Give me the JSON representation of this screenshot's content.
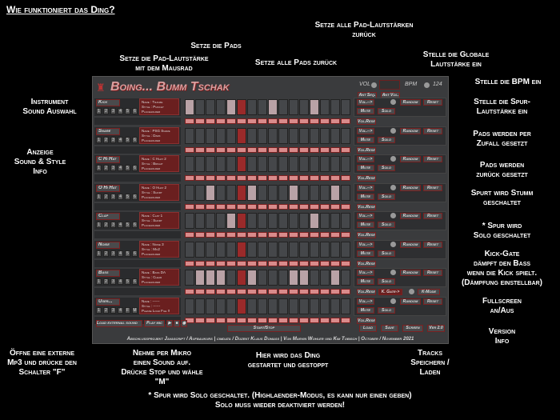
{
  "heading": "Wie funktioniert das Ding?",
  "annotations": {
    "reset_all_vol": "Setze alle Pad-Lautstärken\nzurück",
    "set_pads": "Setze die Pads",
    "pad_vol_wheel": "Setze die Pad-Lautstärke\nmit dem Mausrad",
    "reset_all_pads": "Setze alle Pads zurück",
    "global_vol": "Stelle die Globale\nLautstärke ein",
    "bpm": "Stelle die BPM ein",
    "instrument": "Instrument\nSound Auswahl",
    "track_vol": "Stelle die Spur-\nLautstärke ein",
    "random": "Pads werden per\nZufall gesetzt",
    "info": "Anzeige\nSound & Style\nInfo",
    "reset": "Pads werden\nzurück gesetzt",
    "mute": "Spurt wird Stumm\ngeschaltet",
    "solo": "* Spur wird\nSolo geschaltet",
    "kickgate": "Kick-Gate\ndämpft den Bass\nwenn die Kick spielt.\n(Dämpfung einstellbar)",
    "fullscreen": "Fullscreen\nan/Aus",
    "version": "Version\nInfo",
    "mp3": "Öffne eine externe\nMp3 und drücke den\nSchalter \"F\"",
    "mic": "Nehme per Mikro\neinen Sound auf.\nDrücke Stop und wähle\n\"M\"",
    "startstop": "Hier wird das Ding\ngestartet und gestoppt",
    "saveload": "Tracks\nSpeichern /\nLaden",
    "footnote": "* Spur wird Solo geschaltet. (Highlaender-Modus, es kann nur einen geben)\nSolo muss wieder deaktiviert werden!"
  },
  "app": {
    "title": "Boing... Bumm Tschak",
    "vol_label": "VOL",
    "bpm_label": "BPM",
    "bpm_value": "124",
    "ant_seq": "Ant Seq.",
    "ant_vol": "Ant Vol.",
    "numbers": [
      "1",
      "2",
      "3",
      "4",
      "5",
      "6"
    ],
    "user_numbers": [
      "1",
      "2",
      "3",
      "4",
      "F",
      "M"
    ],
    "btn": {
      "vol": "Vol.-->",
      "random": "Random",
      "reset": "Reset",
      "mute": "Mute",
      "solo": "Solo",
      "volreset": "Vol.Reset",
      "kgate": "K. Gate->",
      "kmode": "K-Mode"
    },
    "playhead_step": 6,
    "tracks": [
      {
        "name": "Kick",
        "info": "Name : Tranze\nStyle : Punchy\nPlaceholder",
        "steps": [
          1,
          5,
          9,
          13
        ]
      },
      {
        "name": "Snare",
        "info": "Name : PSG Snare\nStyle : Dark\nPlaceholder",
        "steps": []
      },
      {
        "name": "C Hi Hat",
        "info": "Name : C Hhat 2\nStyle : Bright\nPlaceholder",
        "steps": []
      },
      {
        "name": "O Hi Hat",
        "info": "Name : O Hhat 2\nStyle : Short\nPlaceholder",
        "steps": [
          3,
          7,
          11,
          15
        ]
      },
      {
        "name": "Clap",
        "info": "Name : Clap 1\nStyle : Short\nPlaceholder",
        "steps": [
          5,
          13
        ]
      },
      {
        "name": "Noise",
        "info": "Name : Noise 3\nStyle : Mo2\nPlaceholder",
        "steps": []
      },
      {
        "name": "Bass",
        "info": "Name : Bass DA\nStyle : Clear\nPlaceholder",
        "steps": [
          2,
          3,
          4,
          7,
          11,
          12,
          15
        ]
      },
      {
        "name": "User...",
        "info": "Name : ------\nStyle : ------\nPlease Load File !!",
        "steps": []
      }
    ],
    "load_ext": "Load external sound",
    "play_mic": "Play mic",
    "startstop": "Start/Stop",
    "load": "Load",
    "save": "Save",
    "screen": "Screen",
    "version": "Ver 2.0",
    "footer": "Abschlussprojekt Javascript / Aufbaukurs | cimdata / Dozent Klaus Domass | Von Marvin Wohler und Kim Tobisch | October / November 2021"
  }
}
